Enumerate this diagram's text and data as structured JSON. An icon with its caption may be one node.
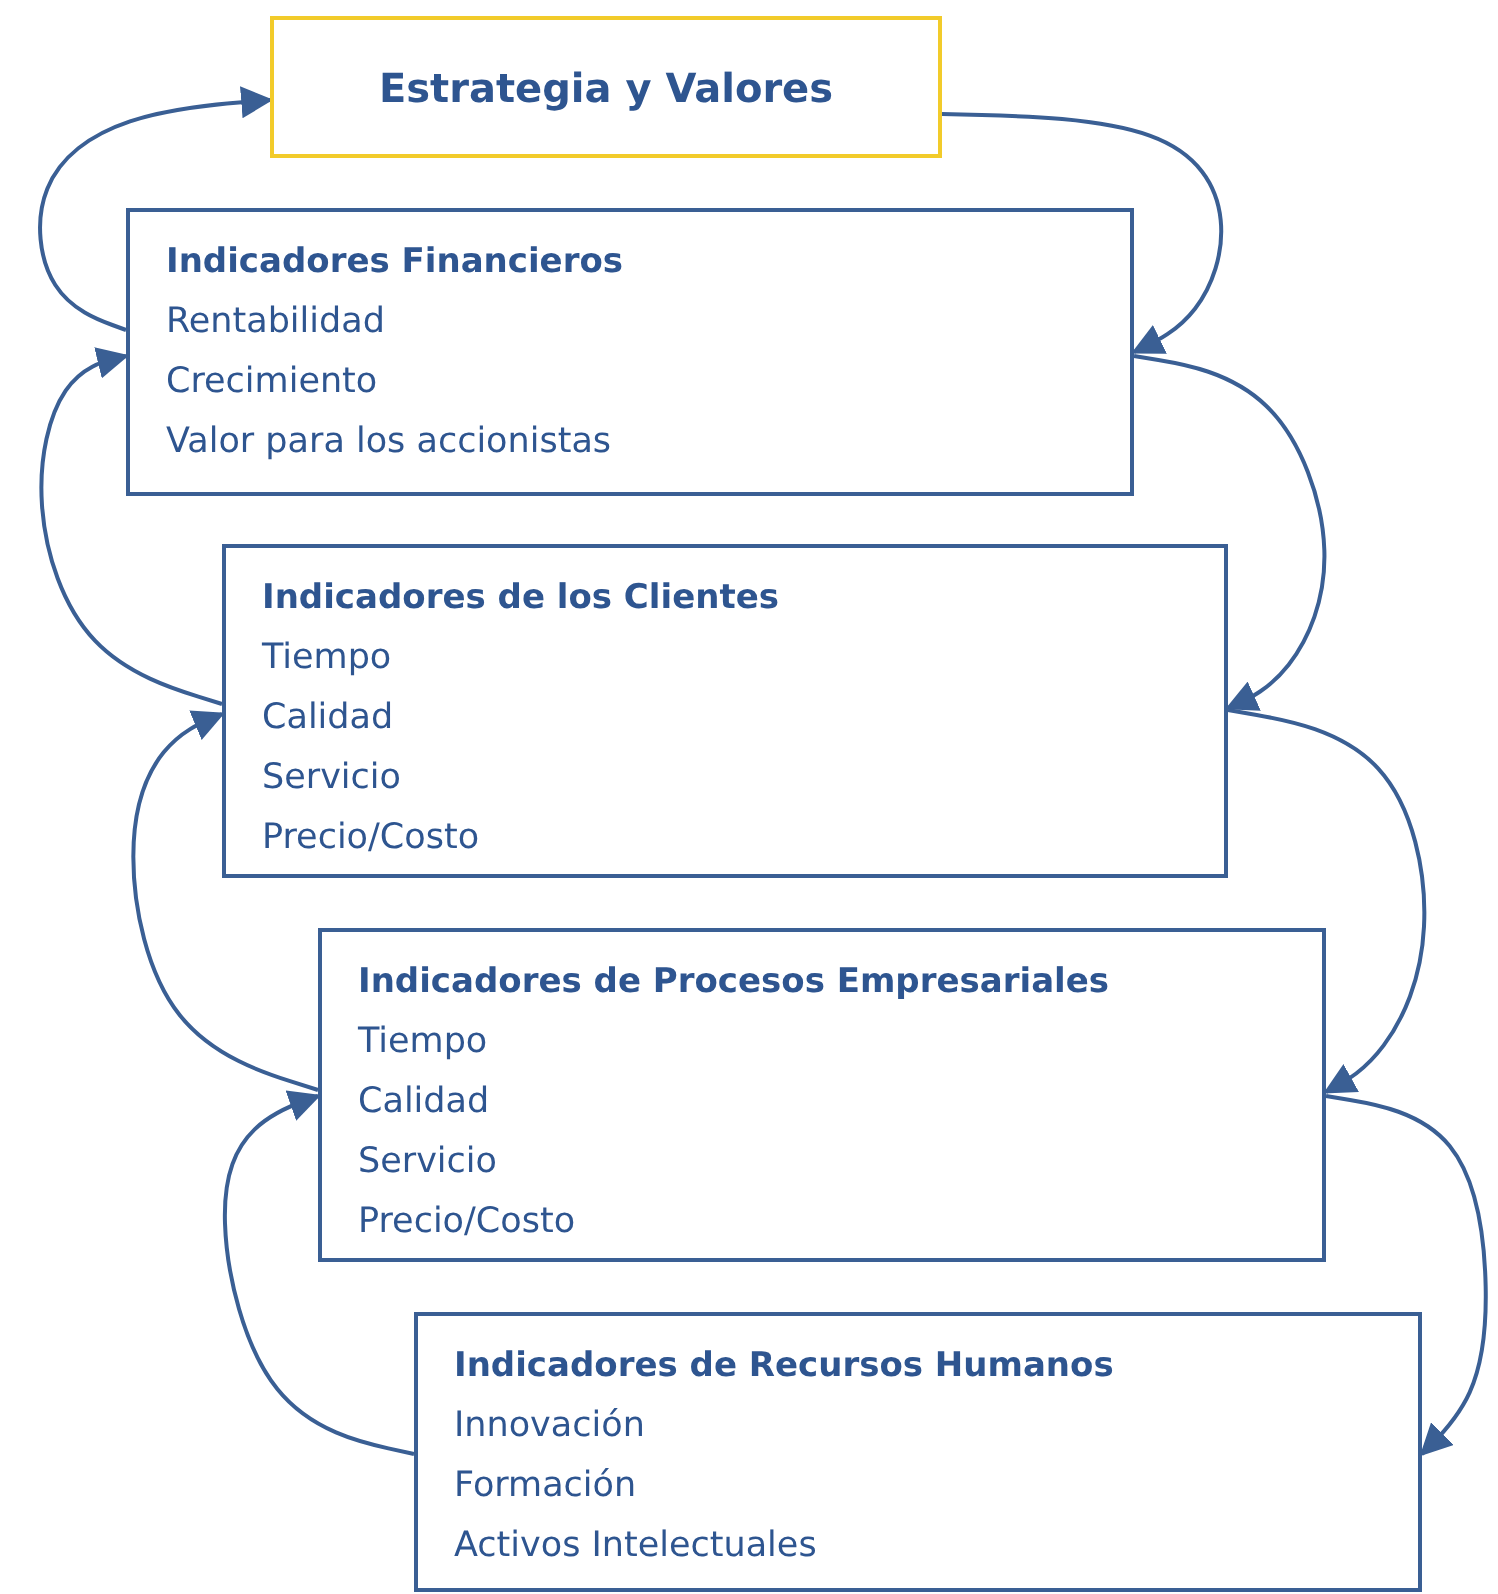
{
  "diagram": {
    "nodes": [
      {
        "text": [
          "Estrategia y Valores"
        ]
      },
      {
        "text": [
          "Indicadores Financieros",
          "Rentabilidad",
          "Crecimiento",
          "Valor para los accionistas"
        ]
      },
      {
        "text": [
          "Indicadores de los Clientes",
          "Tiempo",
          "Calidad",
          "Servicio",
          "Precio/Costo"
        ]
      },
      {
        "text": [
          "Indicadores de Procesos Empresariales",
          "Tiempo",
          "Calidad",
          "Servicio",
          "Precio/Costo"
        ]
      },
      {
        "text": [
          "Indicadores de Recursos Humanos",
          "Innovación",
          "Formación",
          "Activos Intelectuales"
        ]
      }
    ],
    "edges": [
      {
        "from": 0,
        "to": 1,
        "arrow": "to"
      },
      {
        "from": 1,
        "to": 0,
        "arrow": "to"
      },
      {
        "from": 1,
        "to": 2,
        "arrow": "to"
      },
      {
        "from": 2,
        "to": 1,
        "arrow": "to"
      },
      {
        "from": 2,
        "to": 3,
        "arrow": "to"
      },
      {
        "from": 3,
        "to": 2,
        "arrow": "to"
      },
      {
        "from": 3,
        "to": 4,
        "arrow": "to"
      },
      {
        "from": 4,
        "to": 3,
        "arrow": "to"
      }
    ]
  }
}
